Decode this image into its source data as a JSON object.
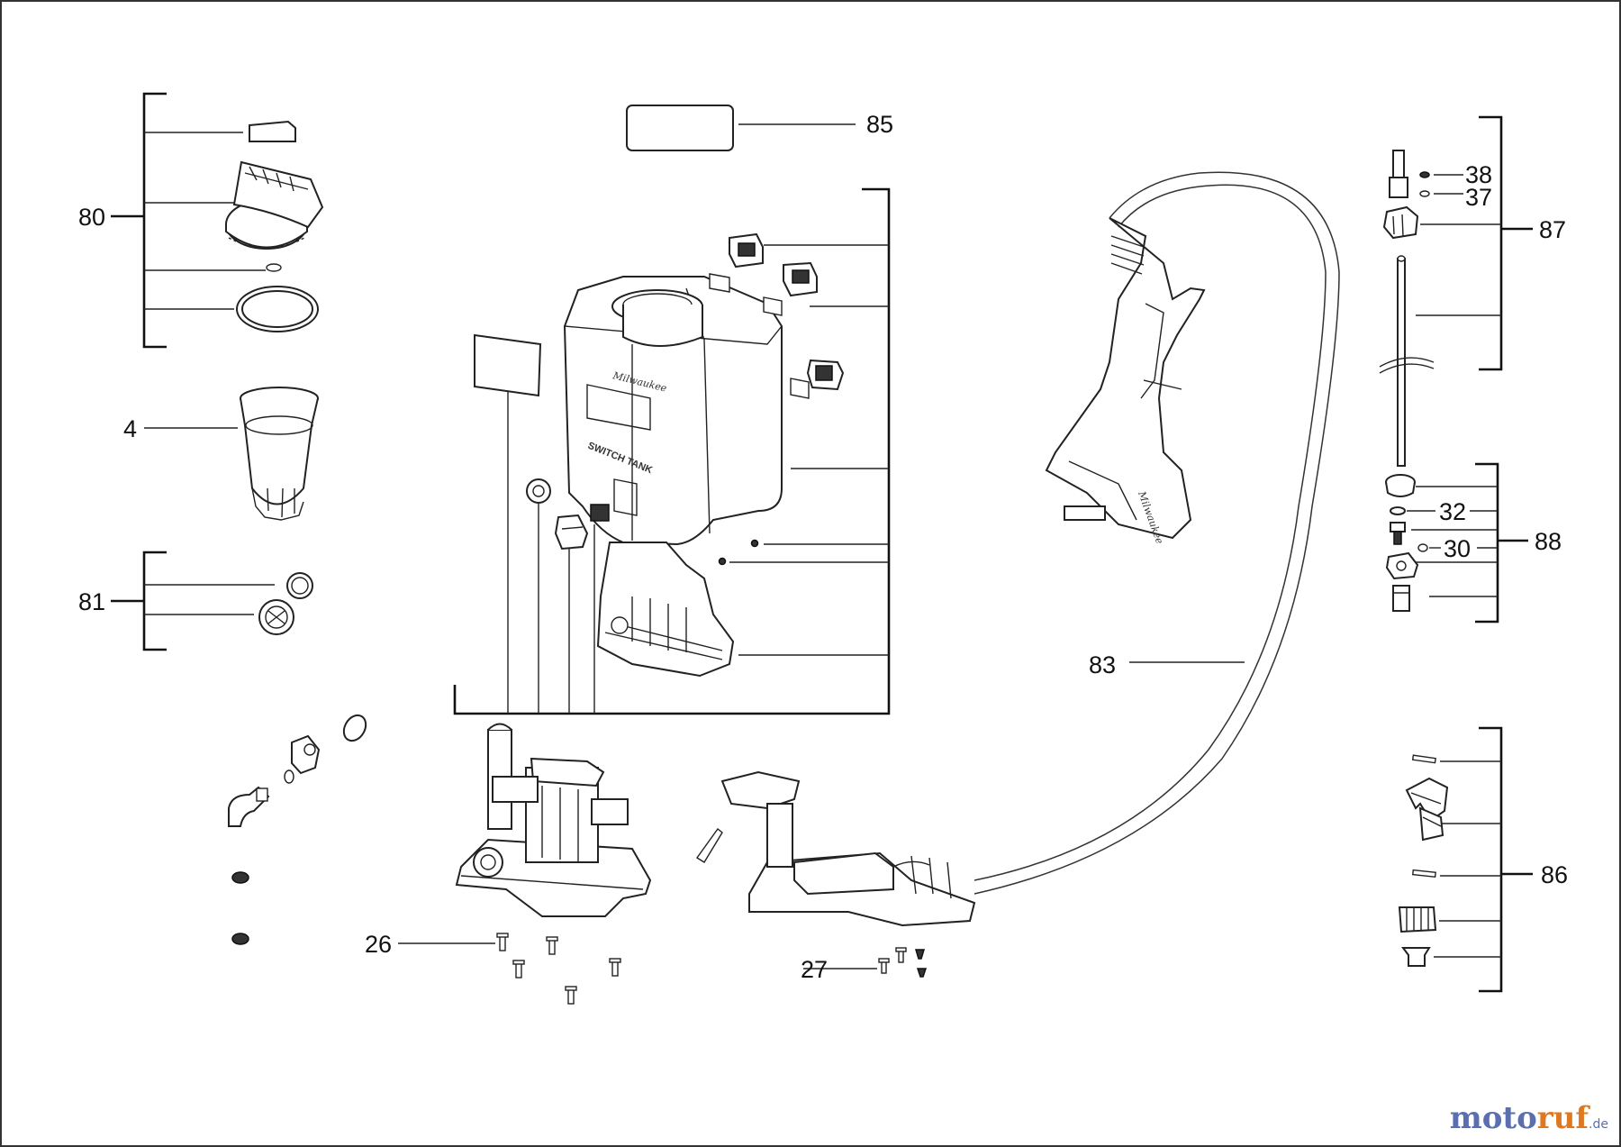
{
  "diagram": {
    "labels": {
      "l80": "80",
      "l4": "4",
      "l81": "81",
      "l85": "85",
      "l83": "83",
      "l87": "87",
      "l38": "38",
      "l37": "37",
      "l88": "88",
      "l32": "32",
      "l30": "30",
      "l86": "86",
      "l26": "26",
      "l27": "27"
    },
    "decals": {
      "tank_brand": "Milwaukee",
      "tank_name": "SWITCH TANK",
      "handle_brand": "Milwaukee"
    }
  },
  "watermark": {
    "part_a": "moto",
    "part_b": "ruf",
    "tld": ".de"
  },
  "colors": {
    "watermark_blue": "#5a6fb0",
    "watermark_orange": "#e07820",
    "line": "#222222"
  }
}
